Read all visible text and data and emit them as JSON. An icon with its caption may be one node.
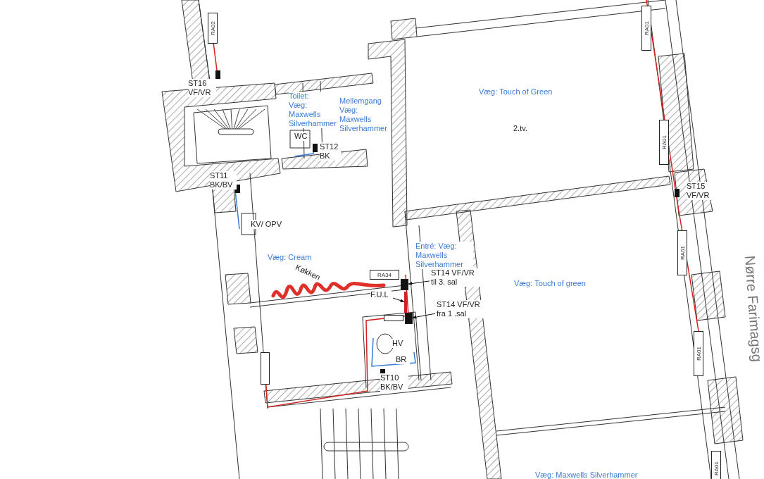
{
  "diagram": {
    "nodes": [
      {
        "text": [
          "RA02"
        ]
      },
      {
        "text": [
          "RA01"
        ]
      },
      {
        "text": [
          "RA01"
        ]
      },
      {
        "text": [
          "RA01"
        ]
      },
      {
        "text": [
          "RA01"
        ]
      },
      {
        "text": [
          "RA01"
        ]
      },
      {
        "text": [
          "RA34"
        ]
      },
      {
        "text": [],
        "shape": "box"
      },
      {
        "text": [],
        "shape": "box"
      },
      {
        "text": [
          "ST14 VF/VR til 3. sal"
        ]
      },
      {
        "text": [],
        "shape": "box"
      },
      {
        "text": [
          "F.U.L"
        ]
      },
      {
        "text": [],
        "shape": "bar"
      },
      {
        "text": [
          "ST14 VF/VR fra 1 .sal"
        ]
      },
      {
        "text": [],
        "shape": "box"
      }
    ],
    "edges": [
      {
        "from": 9,
        "to": 10,
        "arrow": "to"
      },
      {
        "from": 11,
        "to": 12,
        "arrow": "to"
      },
      {
        "from": 13,
        "to": 14,
        "arrow": "to"
      }
    ],
    "labels": [
      "ST16 VF/VR",
      "Toilet: Væg: Maxwells Silverhammer",
      "Mellemgang Væg: Maxwells Silverhammer",
      "WC",
      "ST12 BK",
      "Væg: Touch of Green",
      "2.tv.",
      "ST11 BK/BV",
      "ST15 VF/VR",
      "KV/ OPV",
      "Væg: Cream",
      "Køkken",
      "Entré: Væg: Maxwells Silverhammer",
      "Væg: Touch of green",
      "HV",
      "BR",
      "ST10 BK/BV",
      "Nørre Farimagsg",
      "Væg: Maxwells Silverhammer"
    ]
  }
}
